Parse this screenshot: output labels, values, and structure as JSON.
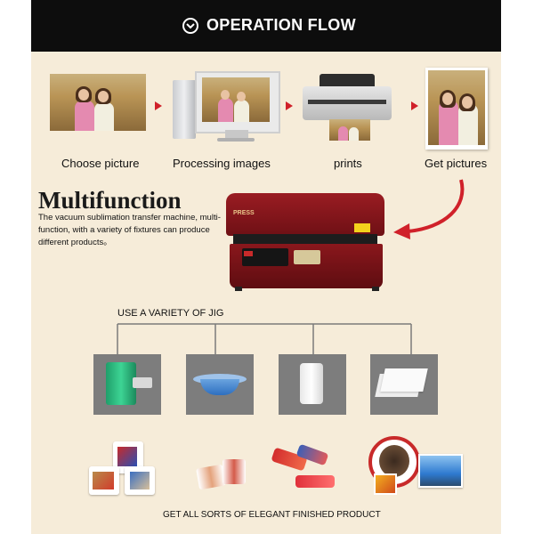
{
  "header": {
    "title": "OPERATION FLOW"
  },
  "steps": [
    {
      "label": "Choose picture"
    },
    {
      "label": "Processing images"
    },
    {
      "label": "prints"
    },
    {
      "label": "Get pictures"
    }
  ],
  "multifunction": {
    "title": "Multifunction",
    "description": "The vacuum sublimation transfer machine, multi-function, with a variety of fixtures can produce different products。"
  },
  "machine": {
    "badge": "PRESS"
  },
  "jig": {
    "title": "USE A VARIETY OF JIG"
  },
  "finished": {
    "label": "GET ALL SORTS OF ELEGANT FINISHED PRODUCT"
  },
  "colors": {
    "accent": "#d0212a",
    "header_bg": "#0d0d0d",
    "panel_bg": "#f6ecd9",
    "machine": "#7c1418"
  }
}
